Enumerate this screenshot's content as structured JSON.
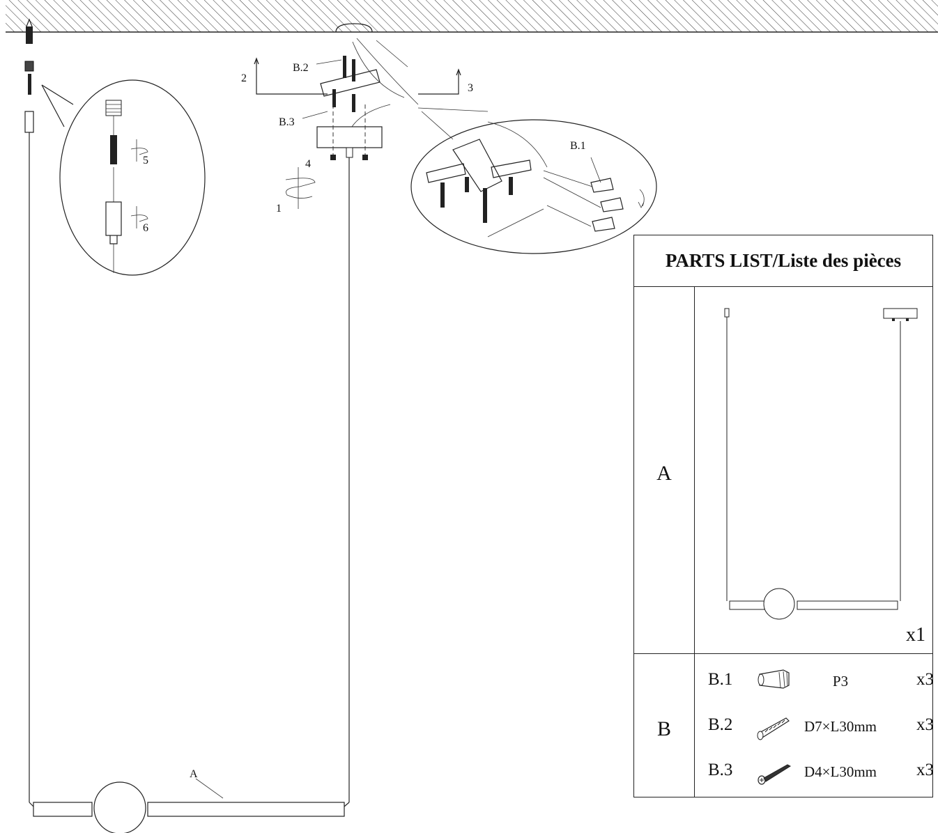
{
  "callouts": {
    "A": "A",
    "B1": "B.1",
    "B2": "B.2",
    "B3": "B.3",
    "step1": "1",
    "step2": "2",
    "step3": "3",
    "step4": "4",
    "step5": "5",
    "step6": "6"
  },
  "parts_list": {
    "title": "PARTS LIST/Liste des pièces",
    "row_a": {
      "letter": "A",
      "quantity": "x1"
    },
    "row_b": {
      "letter": "B",
      "items": [
        {
          "id": "B.1",
          "icon": "wire-connector-icon",
          "size": "P3",
          "quantity": "x3"
        },
        {
          "id": "B.2",
          "icon": "wall-anchor-icon",
          "size": "D7×L30mm",
          "quantity": "x3"
        },
        {
          "id": "B.3",
          "icon": "screw-icon",
          "size": "D4×L30mm",
          "quantity": "x3"
        }
      ]
    }
  }
}
